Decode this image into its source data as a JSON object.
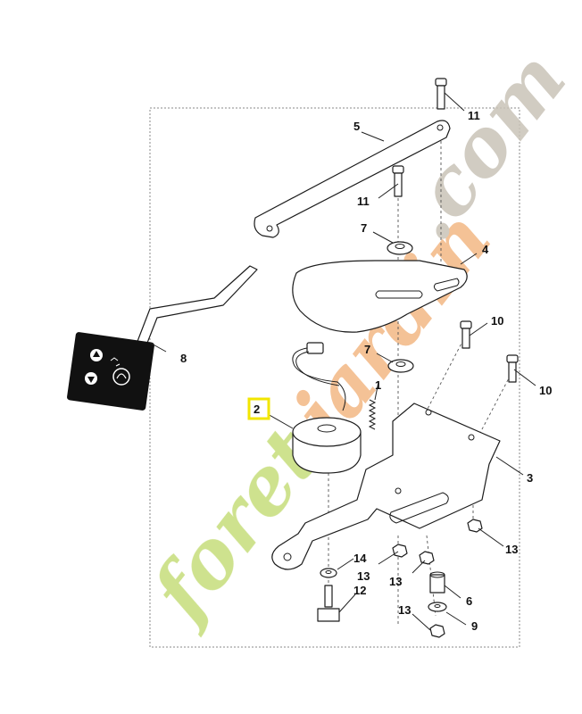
{
  "colors": {
    "line": "#1c1c1c",
    "highlight": "#f2e600",
    "panel": "#111111",
    "watermark_green": "#c6dd7a",
    "watermark_orange": "#f3b784",
    "watermark_gray": "#c9c3b8"
  },
  "watermark": {
    "part1": "foret",
    "part2": "jardin",
    "part3": ".com"
  },
  "callouts": {
    "c1": "1",
    "c2": "2",
    "c3": "3",
    "c4": "4",
    "c5": "5",
    "c6": "6",
    "c7a": "7",
    "c7b": "7",
    "c8": "8",
    "c9": "9",
    "c10a": "10",
    "c10b": "10",
    "c11a": "11",
    "c11b": "11",
    "c12": "12",
    "c13a": "13",
    "c13b": "13",
    "c13c": "13",
    "c13d": "13",
    "c14": "14"
  },
  "highlighted_part": "2",
  "icons": [
    "arrow-up-icon",
    "arrow-down-icon",
    "speedometer-icon",
    "tortoise-hare-icon"
  ]
}
